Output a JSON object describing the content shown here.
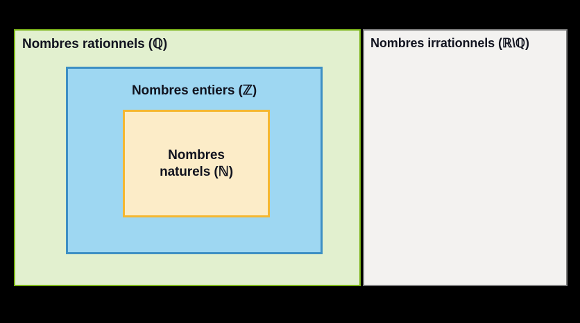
{
  "diagram": {
    "title_semantics": "number-sets-venn-nested-boxes",
    "background_color": "#000000",
    "sets": {
      "rational": {
        "label": "Nombres rationnels (ℚ)",
        "symbol": "ℚ",
        "fill_color": "#e2f0cf",
        "border_color": "#7cb518"
      },
      "irrational": {
        "label": "Nombres irrationnels (ℝ\\ℚ)",
        "symbol": "ℝ\\ℚ",
        "fill_color": "#f3f2f0",
        "border_color": "#808080"
      },
      "integers": {
        "label": "Nombres entiers (ℤ)",
        "symbol": "ℤ",
        "fill_color": "#9ed7f2",
        "border_color": "#3d8fc4"
      },
      "naturals": {
        "label": "Nombres\nnaturels (ℕ)",
        "symbol": "ℕ",
        "fill_color": "#fcecc8",
        "border_color": "#f5b731"
      }
    },
    "text_color": "#11131f"
  }
}
